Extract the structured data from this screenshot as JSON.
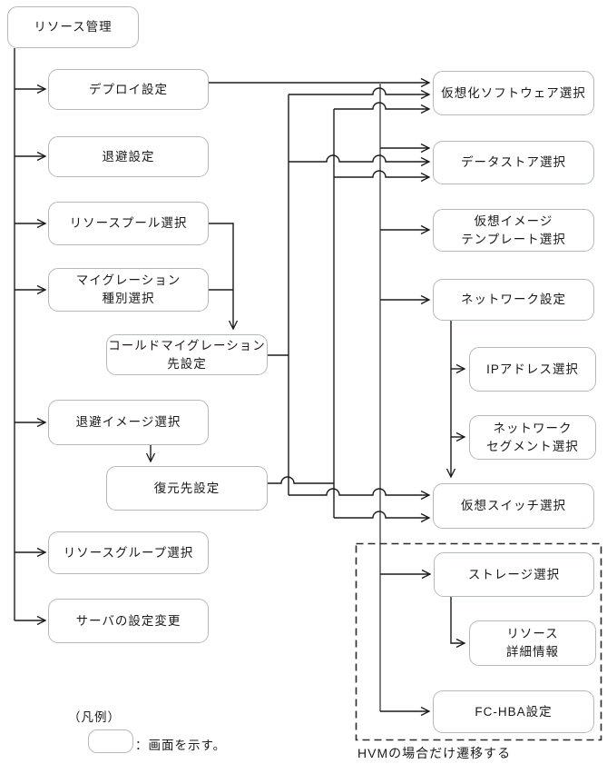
{
  "diagram": {
    "nodes": {
      "resource_mgmt": {
        "label": "リソース管理"
      },
      "deploy": {
        "label": "デプロイ設定"
      },
      "evac_settings": {
        "label": "退避設定"
      },
      "resource_pool": {
        "label": "リソースプール選択"
      },
      "migration_type": {
        "label": "マイグレーション\n種別選択"
      },
      "cold_migration_dest": {
        "label": "コールドマイグレーション\n先設定"
      },
      "evac_image": {
        "label": "退避イメージ選択"
      },
      "restore_dest": {
        "label": "復元先設定"
      },
      "resource_group": {
        "label": "リソースグループ選択"
      },
      "server_config_change": {
        "label": "サーバの設定変更"
      },
      "virt_software": {
        "label": "仮想化ソフトウェア選択"
      },
      "datastore": {
        "label": "データストア選択"
      },
      "virt_image_template": {
        "label": "仮想イメージ\nテンプレート選択"
      },
      "network_settings": {
        "label": "ネットワーク設定"
      },
      "ip_address": {
        "label": "IPアドレス選択"
      },
      "network_segment": {
        "label": "ネットワーク\nセグメント選択"
      },
      "virt_switch": {
        "label": "仮想スイッチ選択"
      },
      "storage": {
        "label": "ストレージ選択"
      },
      "resource_detail": {
        "label": "リソース\n詳細情報"
      },
      "fc_hba": {
        "label": "FC-HBA設定"
      }
    },
    "edges": [
      {
        "from": "resource_mgmt",
        "to": "deploy"
      },
      {
        "from": "resource_mgmt",
        "to": "evac_settings"
      },
      {
        "from": "resource_mgmt",
        "to": "resource_pool"
      },
      {
        "from": "resource_mgmt",
        "to": "migration_type"
      },
      {
        "from": "resource_mgmt",
        "to": "evac_image"
      },
      {
        "from": "resource_mgmt",
        "to": "resource_group"
      },
      {
        "from": "resource_mgmt",
        "to": "server_config_change"
      },
      {
        "from": "resource_pool",
        "to": "cold_migration_dest"
      },
      {
        "from": "migration_type",
        "to": "cold_migration_dest"
      },
      {
        "from": "evac_image",
        "to": "restore_dest"
      },
      {
        "from": "deploy",
        "to": "virt_software"
      },
      {
        "from": "deploy",
        "to": "datastore"
      },
      {
        "from": "deploy",
        "to": "virt_image_template"
      },
      {
        "from": "deploy",
        "to": "network_settings"
      },
      {
        "from": "deploy",
        "to": "storage"
      },
      {
        "from": "deploy",
        "to": "fc_hba"
      },
      {
        "from": "cold_migration_dest",
        "to": "virt_software"
      },
      {
        "from": "cold_migration_dest",
        "to": "datastore"
      },
      {
        "from": "cold_migration_dest",
        "to": "virt_switch"
      },
      {
        "from": "restore_dest",
        "to": "virt_software"
      },
      {
        "from": "restore_dest",
        "to": "datastore"
      },
      {
        "from": "restore_dest",
        "to": "virt_switch"
      },
      {
        "from": "network_settings",
        "to": "ip_address"
      },
      {
        "from": "network_settings",
        "to": "network_segment"
      },
      {
        "from": "network_settings",
        "to": "virt_switch"
      },
      {
        "from": "storage",
        "to": "resource_detail"
      }
    ],
    "hvm_group_caption": "HVMの場合だけ遷移する",
    "legend": {
      "title": "（凡例）",
      "description": "：画面を示す。"
    },
    "colors": {
      "line": "#1a1a1a",
      "bus": "#7f7f7f",
      "box_border": "#b3babd",
      "dashed_border": "#2b2b2b"
    }
  }
}
